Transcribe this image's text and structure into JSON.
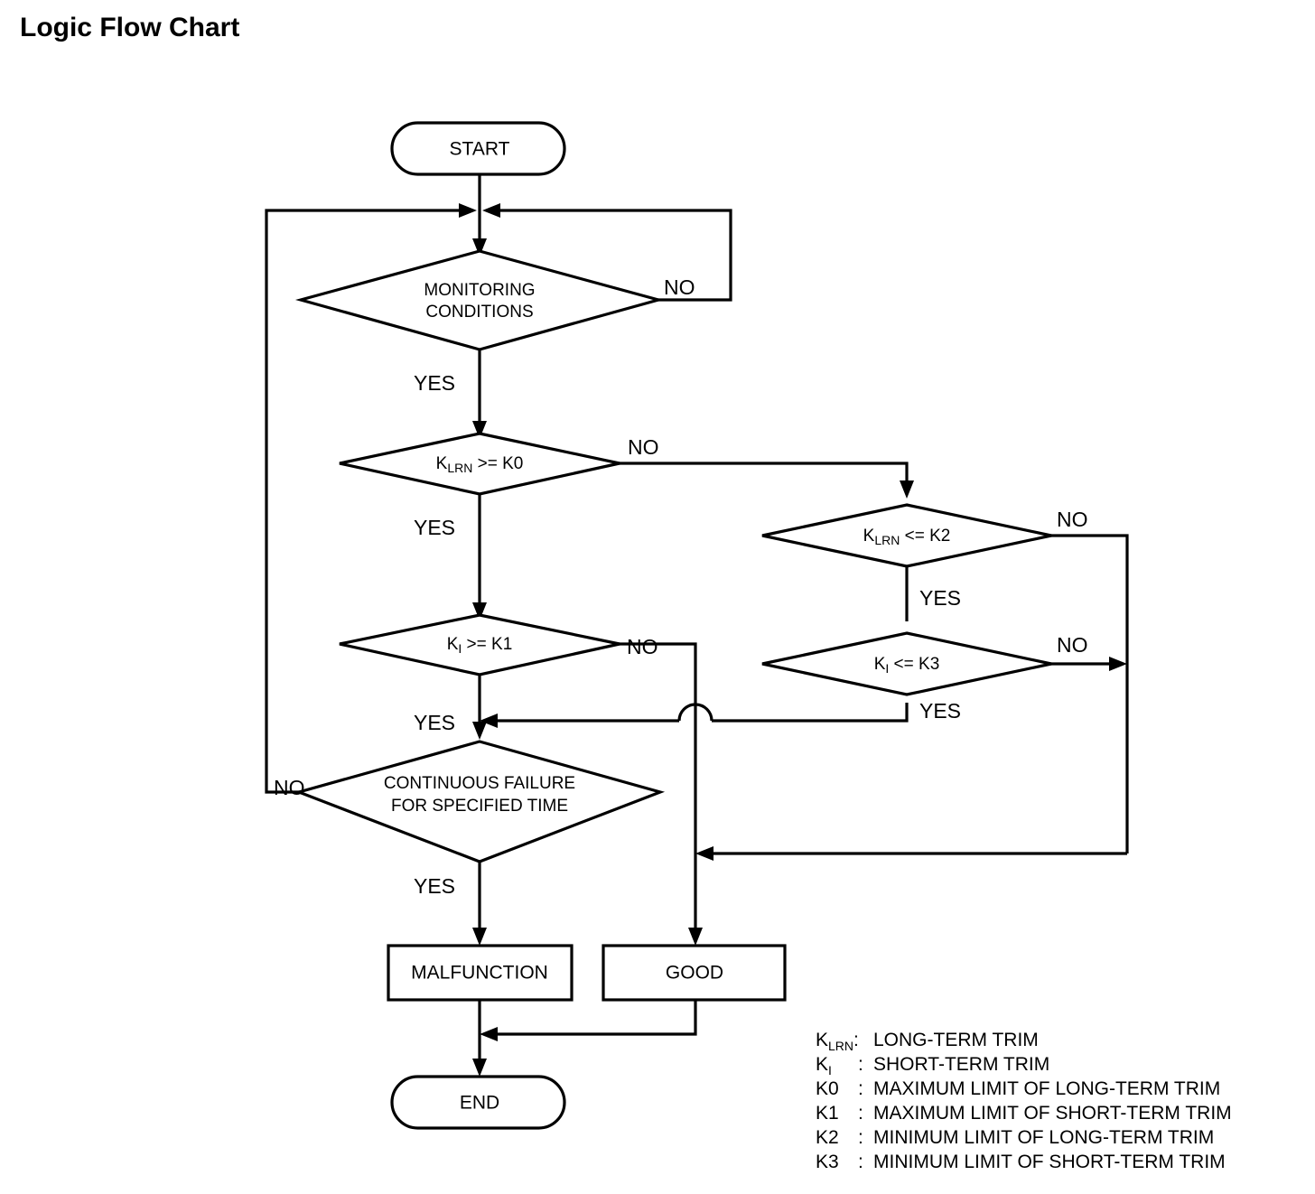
{
  "page": {
    "title": "Logic Flow Chart"
  },
  "chart_data": {
    "type": "diagram",
    "diagram_kind": "flowchart",
    "title": "Logic Flow Chart",
    "nodes": [
      {
        "id": "start",
        "shape": "terminator",
        "label": "START"
      },
      {
        "id": "monitoring",
        "shape": "decision",
        "label": "MONITORING CONDITIONS",
        "line1": "MONITORING",
        "line2": "CONDITIONS"
      },
      {
        "id": "klrn_ge_k0",
        "shape": "decision",
        "label": "KLRN >= K0",
        "var": "K",
        "sub": "LRN",
        "op": " >= K0"
      },
      {
        "id": "klrn_le_k2",
        "shape": "decision",
        "label": "KLRN <= K2",
        "var": "K",
        "sub": "LRN",
        "op": " <= K2"
      },
      {
        "id": "ki_ge_k1",
        "shape": "decision",
        "label": "KI >= K1",
        "var": "K",
        "sub": "I",
        "op": " >= K1"
      },
      {
        "id": "ki_le_k3",
        "shape": "decision",
        "label": "KI <= K3",
        "var": "K",
        "sub": "I",
        "op": " <= K3"
      },
      {
        "id": "cont_fail",
        "shape": "decision",
        "label": "CONTINUOUS FAILURE FOR SPECIFIED TIME",
        "line1": "CONTINUOUS FAILURE",
        "line2": "FOR SPECIFIED TIME"
      },
      {
        "id": "malfunction",
        "shape": "process",
        "label": "MALFUNCTION"
      },
      {
        "id": "good",
        "shape": "process",
        "label": "GOOD"
      },
      {
        "id": "end",
        "shape": "terminator",
        "label": "END"
      }
    ],
    "edges": [
      {
        "from": "start",
        "to": "monitoring",
        "label": ""
      },
      {
        "from": "monitoring",
        "to": "start_join",
        "label": "NO"
      },
      {
        "from": "monitoring",
        "to": "klrn_ge_k0",
        "label": "YES"
      },
      {
        "from": "klrn_ge_k0",
        "to": "klrn_le_k2",
        "label": "NO"
      },
      {
        "from": "klrn_ge_k0",
        "to": "ki_ge_k1",
        "label": "YES"
      },
      {
        "from": "klrn_le_k2",
        "to": "right_bus",
        "label": "NO"
      },
      {
        "from": "klrn_le_k2",
        "to": "ki_le_k3",
        "label": "YES"
      },
      {
        "from": "ki_ge_k1",
        "to": "good",
        "label": "NO"
      },
      {
        "from": "ki_ge_k1",
        "to": "cont_fail",
        "label": "YES"
      },
      {
        "from": "ki_le_k3",
        "to": "right_bus",
        "label": "NO"
      },
      {
        "from": "ki_le_k3",
        "to": "cont_fail",
        "label": "YES"
      },
      {
        "from": "cont_fail",
        "to": "start_join",
        "label": "NO"
      },
      {
        "from": "cont_fail",
        "to": "malfunction",
        "label": "YES"
      },
      {
        "from": "right_bus",
        "to": "good",
        "label": ""
      },
      {
        "from": "malfunction",
        "to": "end",
        "label": ""
      },
      {
        "from": "good",
        "to": "end",
        "label": ""
      }
    ],
    "edge_labels": {
      "monitoring_no": "NO",
      "monitoring_yes": "YES",
      "klrn_ge_k0_no": "NO",
      "klrn_ge_k0_yes": "YES",
      "klrn_le_k2_no": "NO",
      "klrn_le_k2_yes": "YES",
      "ki_ge_k1_no": "NO",
      "ki_ge_k1_yes": "YES",
      "ki_le_k3_no": "NO",
      "ki_le_k3_yes": "YES",
      "cont_fail_no": "NO",
      "cont_fail_yes": "YES"
    }
  },
  "legend": {
    "rows": [
      {
        "key": "K",
        "key_sub": "LRN",
        "colon": ":",
        "desc": "LONG-TERM TRIM"
      },
      {
        "key": "K",
        "key_sub": "I",
        "colon": ":",
        "desc": "SHORT-TERM TRIM"
      },
      {
        "key": "K0",
        "key_sub": "",
        "colon": ":",
        "desc": "MAXIMUM LIMIT OF LONG-TERM TRIM"
      },
      {
        "key": "K1",
        "key_sub": "",
        "colon": ":",
        "desc": "MAXIMUM LIMIT OF SHORT-TERM TRIM"
      },
      {
        "key": "K2",
        "key_sub": "",
        "colon": ":",
        "desc": "MINIMUM LIMIT OF LONG-TERM TRIM"
      },
      {
        "key": "K3",
        "key_sub": "",
        "colon": ":",
        "desc": "MINIMUM LIMIT OF SHORT-TERM TRIM"
      }
    ]
  },
  "colors": {
    "ink": "#000000",
    "paper": "#ffffff"
  }
}
